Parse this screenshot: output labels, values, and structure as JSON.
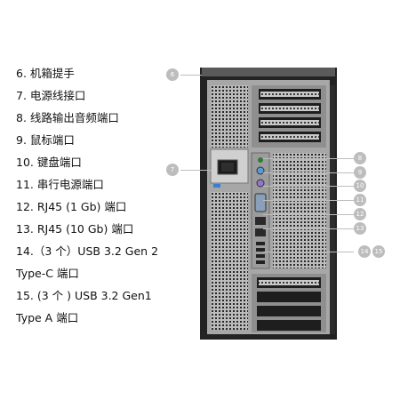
{
  "legend": {
    "lines": [
      "6. 机箱提手",
      "7. 电源线接口",
      "8. 线路输出音频端口",
      "9. 鼠标端口",
      "10. 键盘端口",
      "11. 串行电源端口",
      "12. RJ45 (1 Gb) 端口",
      "13. RJ45 (10 Gb) 端口",
      "14.（3 个）USB 3.2 Gen 2",
      "Type-C 端口",
      "15. (3 个 ) USB 3.2 Gen1",
      "Type A 端口"
    ]
  },
  "callouts": {
    "c6": "6",
    "c7": "7",
    "c8": "8",
    "c9": "9",
    "c10": "10",
    "c11": "11",
    "c12": "12",
    "c13": "13",
    "c14": "14",
    "c15": "15"
  },
  "colors": {
    "chassis": "#1e1e1e",
    "panel": "#b9b9b9",
    "callout": "#bdbdbd"
  }
}
